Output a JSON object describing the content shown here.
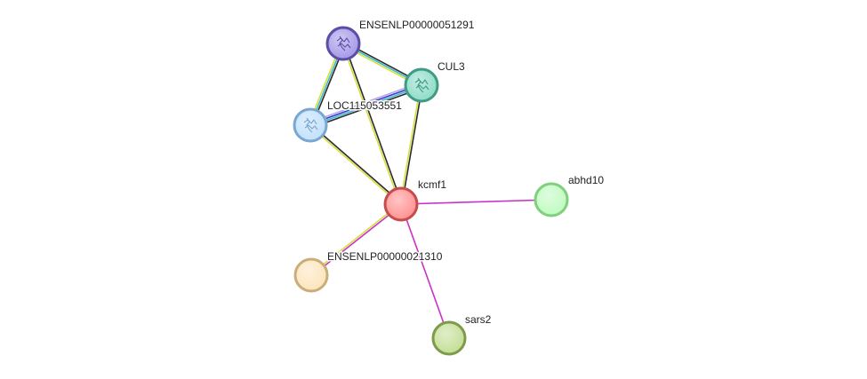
{
  "network": {
    "nodes": [
      {
        "id": "ENSENLP00000051291",
        "label": "ENSENLP00000051291",
        "fill": "#a99de8",
        "stroke": "#5a4fa6",
        "structure": true
      },
      {
        "id": "CUL3",
        "label": "CUL3",
        "fill": "#93ddc9",
        "stroke": "#3e9c84",
        "structure": true
      },
      {
        "id": "LOC115053551",
        "label": "LOC115053551",
        "fill": "#c4e2fb",
        "stroke": "#7aa7cf",
        "structure": true
      },
      {
        "id": "kcmf1",
        "label": "kcmf1",
        "fill": "#ff9696",
        "stroke": "#c54c4c",
        "structure": false
      },
      {
        "id": "abhd10",
        "label": "abhd10",
        "fill": "#c3fbc3",
        "stroke": "#7fcf7f",
        "structure": false
      },
      {
        "id": "ENSENLP00000021310",
        "label": "ENSENLP00000021310",
        "fill": "#fde6bf",
        "stroke": "#c9ae7b",
        "structure": false
      },
      {
        "id": "sars2",
        "label": "sars2",
        "fill": "#c6e09a",
        "stroke": "#7e9b4c",
        "structure": false
      }
    ],
    "edges": [
      {
        "source": "ENSENLP00000051291",
        "target": "CUL3",
        "colors": [
          "#2b2b2b",
          "#3fb8c9",
          "#d7df3c"
        ]
      },
      {
        "source": "ENSENLP00000051291",
        "target": "LOC115053551",
        "colors": [
          "#2b2b2b",
          "#3fb8c9",
          "#d7df3c"
        ]
      },
      {
        "source": "ENSENLP00000051291",
        "target": "kcmf1",
        "colors": [
          "#2b2b2b",
          "#d7df3c"
        ]
      },
      {
        "source": "CUL3",
        "target": "LOC115053551",
        "colors": [
          "#2b2b2b",
          "#3fb8c9",
          "#3a3ad0",
          "#b9a5e8"
        ]
      },
      {
        "source": "CUL3",
        "target": "kcmf1",
        "colors": [
          "#2b2b2b",
          "#d7df3c"
        ]
      },
      {
        "source": "LOC115053551",
        "target": "kcmf1",
        "colors": [
          "#2b2b2b",
          "#d7df3c"
        ]
      },
      {
        "source": "kcmf1",
        "target": "abhd10",
        "colors": [
          "#c832c8"
        ]
      },
      {
        "source": "kcmf1",
        "target": "ENSENLP00000021310",
        "colors": [
          "#c832c8",
          "#d7df3c"
        ]
      },
      {
        "source": "kcmf1",
        "target": "sars2",
        "colors": [
          "#c832c8"
        ]
      }
    ]
  }
}
